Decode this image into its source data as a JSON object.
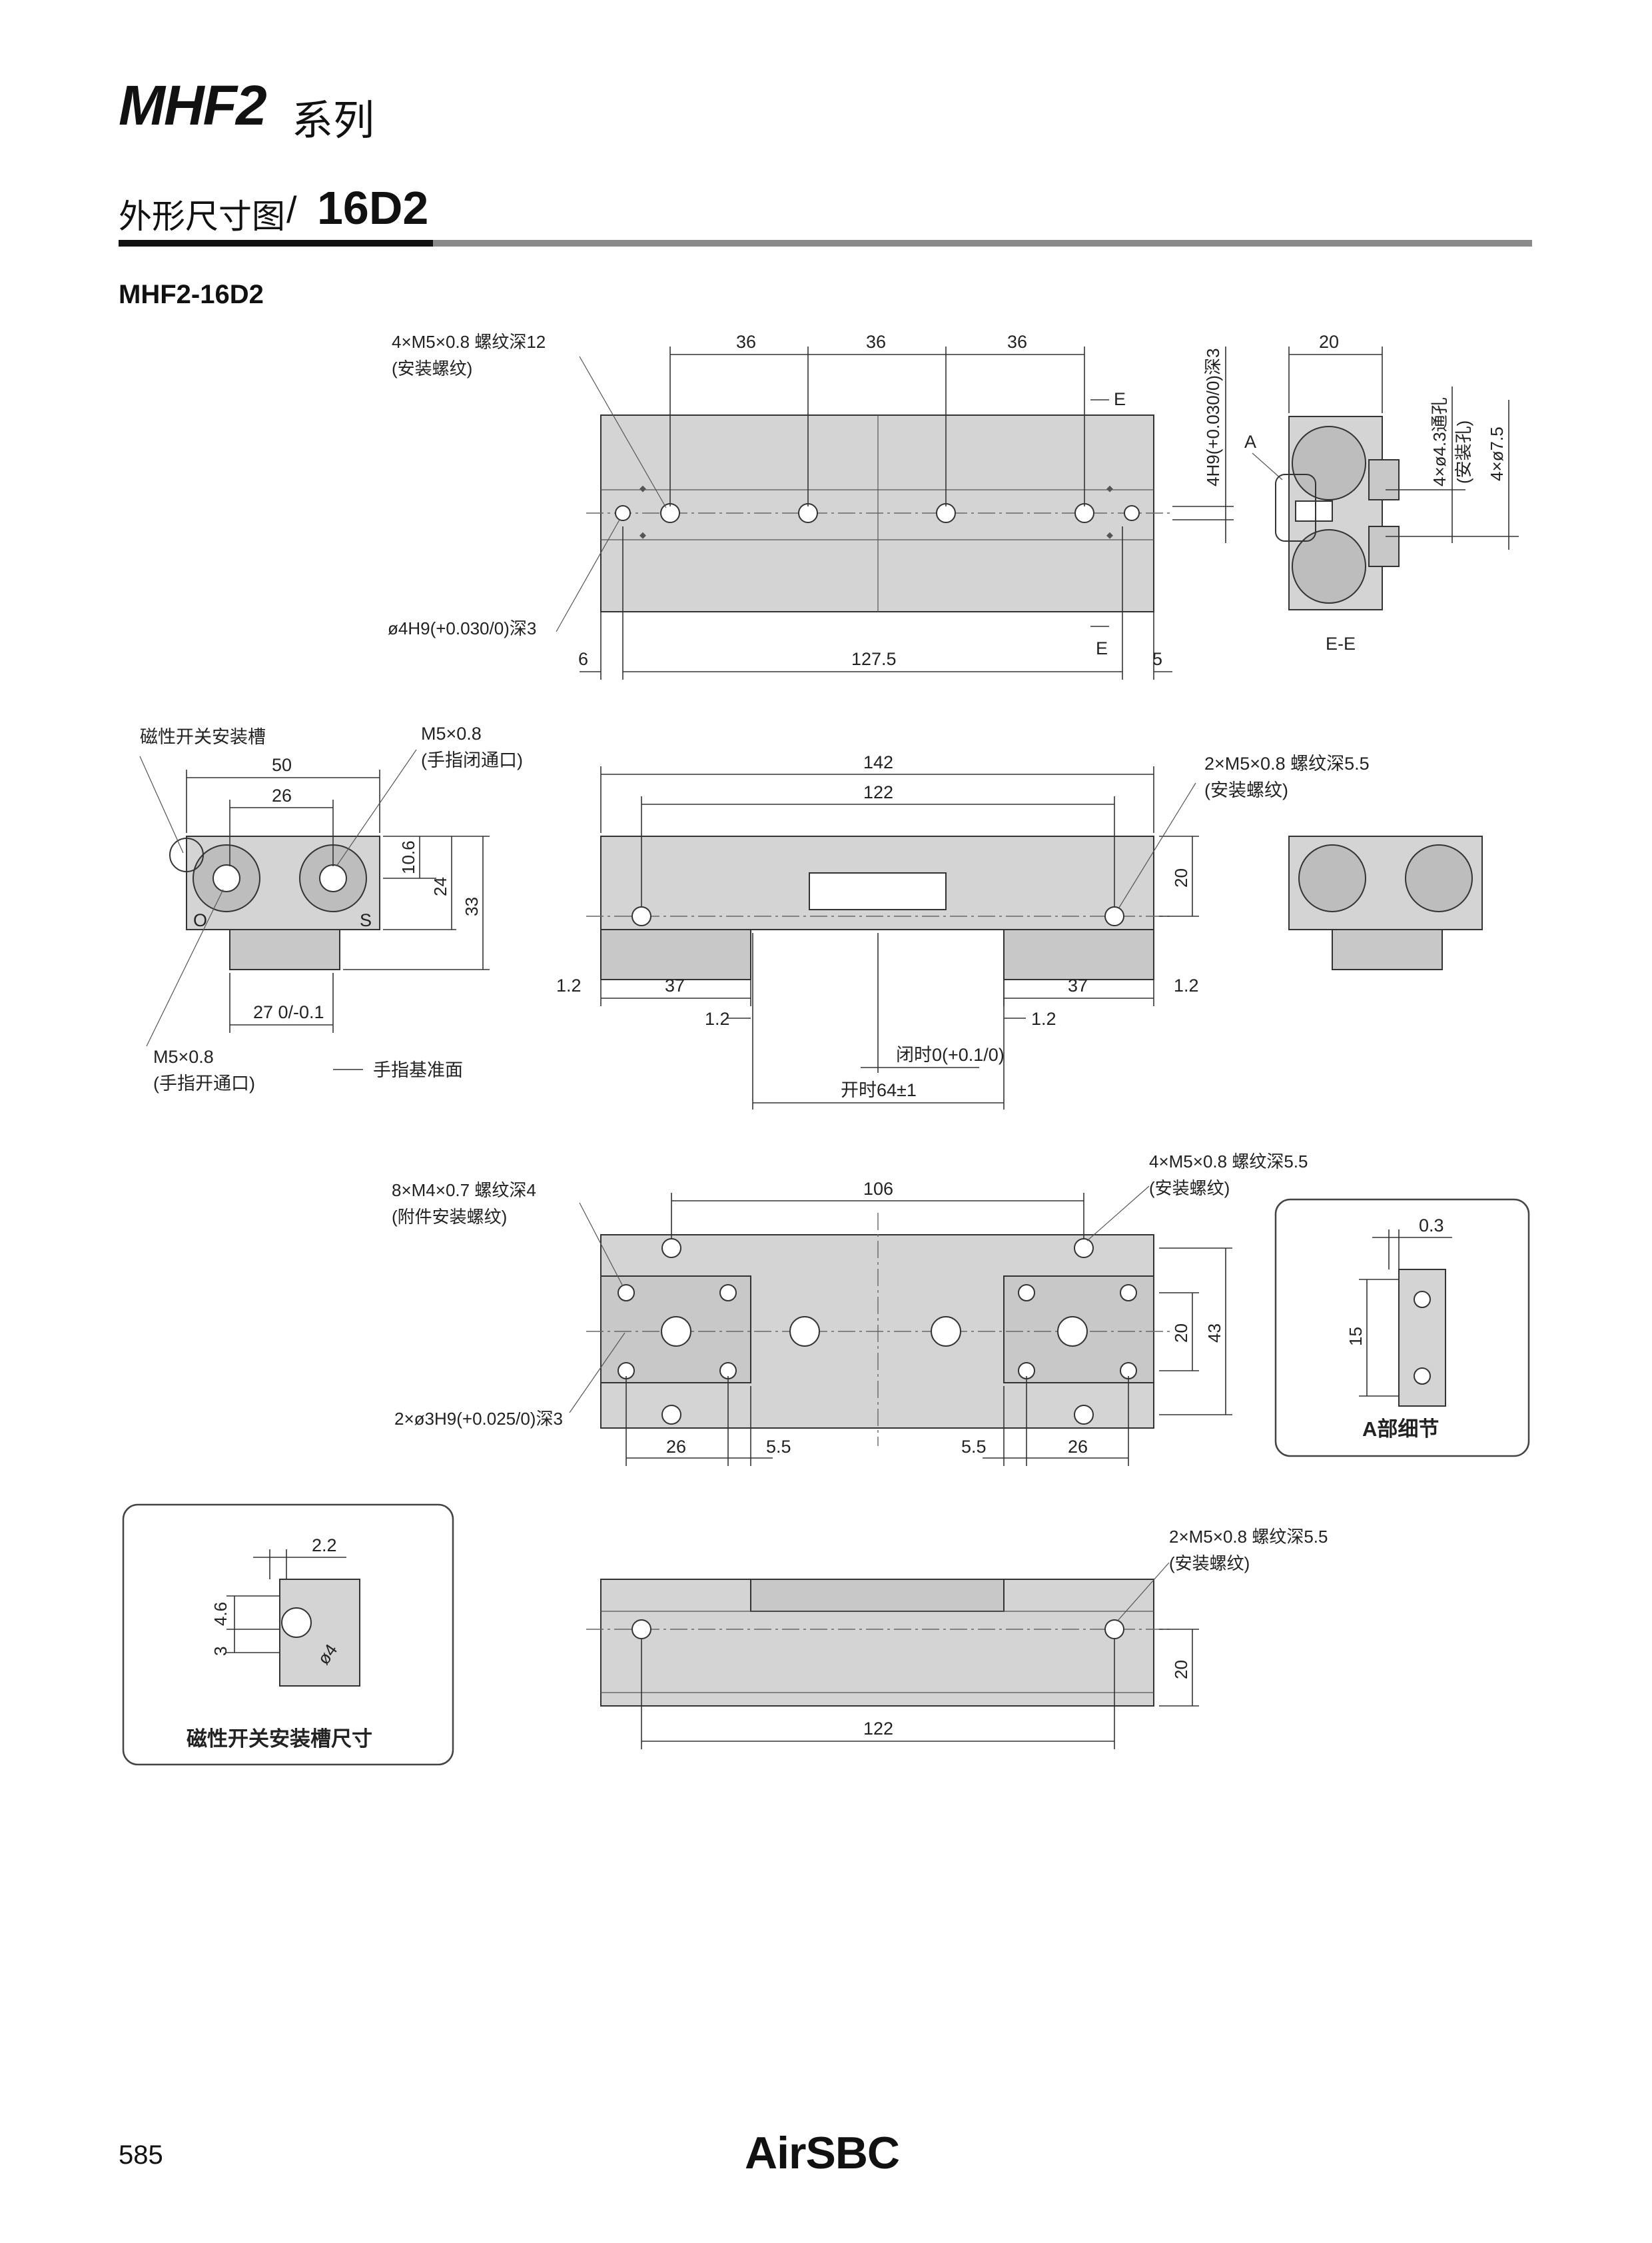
{
  "header": {
    "series_title": "MHF2",
    "series_suffix": "系列",
    "section_heading": "外形尺寸图",
    "section_slash": "/",
    "section_model": "16D2",
    "model_label": "MHF2-16D2"
  },
  "top_view": {
    "note_mount_thread": "4×M5×0.8 螺纹深12",
    "note_mount_thread_sub": "(安装螺纹)",
    "note_pin_hole": "ø4H9(+0.030/0)深3",
    "dim_pitch_1": "36",
    "dim_pitch_2": "36",
    "dim_pitch_3": "36",
    "dim_left": "6",
    "dim_span": "127.5",
    "dim_right": "5",
    "section_marker": "E",
    "dim_side_pin": "4H9(+0.030/0)深3"
  },
  "section_ee": {
    "dim_width": "20",
    "label_a": "A",
    "note_through": "4×ø4.3通孔",
    "note_through_sub": "(安装孔)",
    "note_cbore": "4×ø7.5",
    "caption": "E-E"
  },
  "end_view": {
    "note_switch_groove": "磁性开关安装槽",
    "note_close_port": "M5×0.8",
    "note_close_port_sub": "(手指闭通口)",
    "dim_50": "50",
    "dim_26": "26",
    "dim_10_6": "10.6",
    "dim_24": "24",
    "dim_33": "33",
    "label_o": "O",
    "label_s": "S",
    "dim_27": "27 0/-0.1",
    "note_open_port": "M5×0.8",
    "note_open_port_sub": "(手指开通口)",
    "note_datum": "手指基准面"
  },
  "front_view": {
    "dim_142": "142",
    "dim_122": "122",
    "note_mount": "2×M5×0.8 螺纹深5.5",
    "note_mount_sub": "(安装螺纹)",
    "dim_20": "20",
    "dim_1_2_l": "1.2",
    "dim_37_l": "37",
    "dim_37_r": "37",
    "dim_1_2_r": "1.2",
    "dim_1_2_in_l": "1.2",
    "dim_1_2_in_r": "1.2",
    "note_closed": "闭时0(+0.1/0)",
    "note_open": "开时64±1"
  },
  "bottom_view": {
    "note_accessory": "8×M4×0.7 螺纹深4",
    "note_accessory_sub": "(附件安装螺纹)",
    "note_mount": "4×M5×0.8 螺纹深5.5",
    "note_mount_sub": "(安装螺纹)",
    "dim_106": "106",
    "dim_20": "20",
    "dim_43": "43",
    "note_pin": "2×ø3H9(+0.025/0)深3",
    "dim_26_l": "26",
    "dim_5_5_l": "5.5",
    "dim_5_5_r": "5.5",
    "dim_26_r": "26"
  },
  "detail_a": {
    "dim_0_3": "0.3",
    "dim_15": "15",
    "caption": "A部细节"
  },
  "groove_detail": {
    "dim_2_2": "2.2",
    "dim_4_6": "4.6",
    "dim_3": "3",
    "dim_r4": "ø4",
    "caption": "磁性开关安装槽尺寸"
  },
  "side_view": {
    "note_mount": "2×M5×0.8 螺纹深5.5",
    "note_mount_sub": "(安装螺纹)",
    "dim_20": "20",
    "dim_122": "122"
  },
  "footer": {
    "page_number": "585",
    "brand": "AirSBC"
  }
}
